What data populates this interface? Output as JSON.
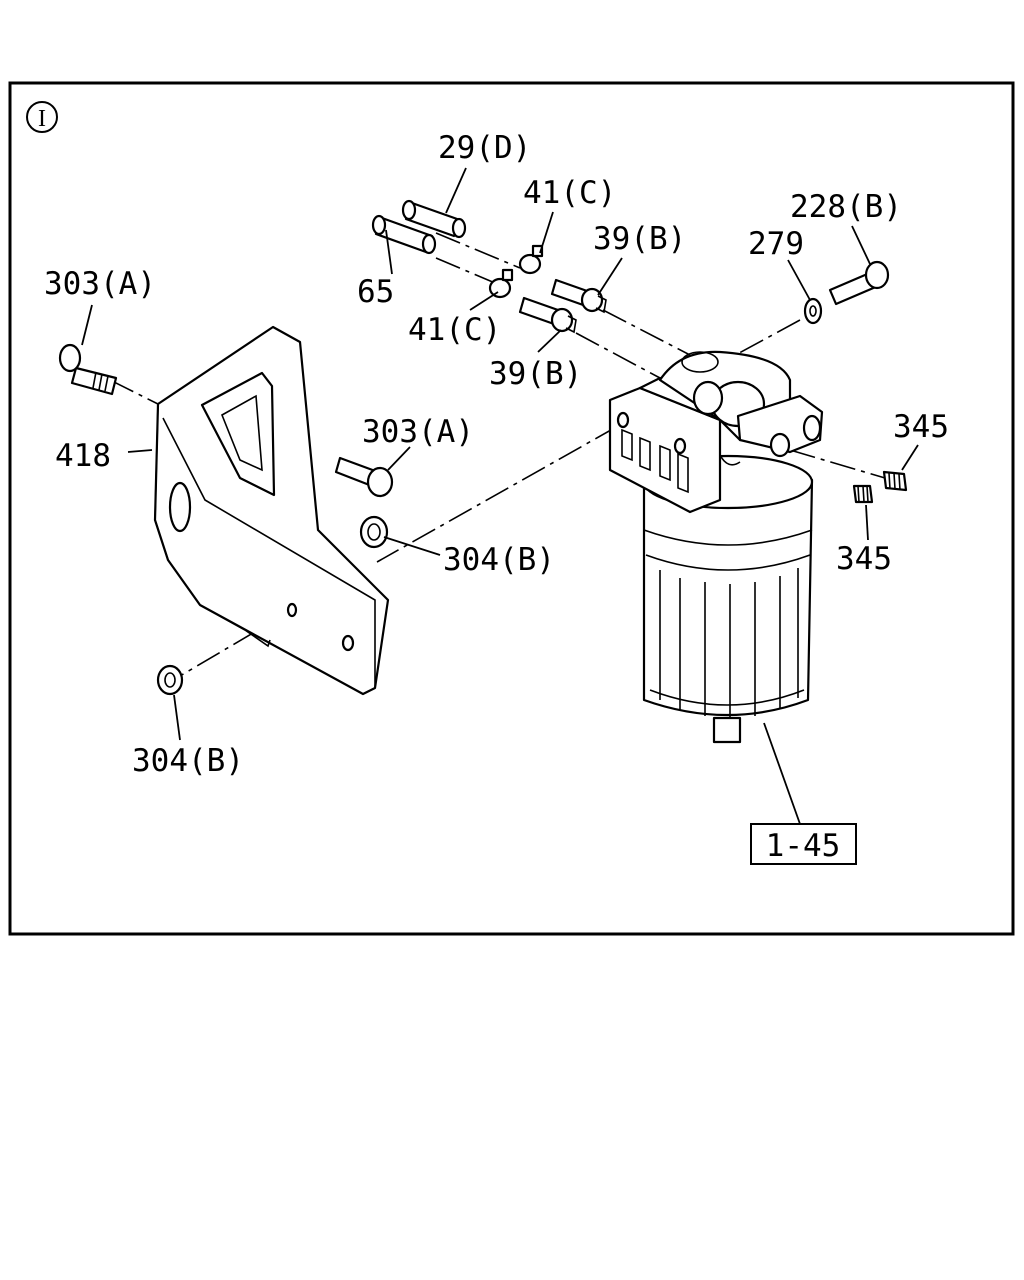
{
  "diagram": {
    "view_marker": "I",
    "callouts": {
      "hose_29d": "29(D)",
      "hose_65": "65",
      "clip_41c_upper": "41(C)",
      "clip_41c_lower": "41(C)",
      "union_39b_upper": "39(B)",
      "union_39b_lower": "39(B)",
      "bolt_228b": "228(B)",
      "washer_279": "279",
      "bolt_303a_left": "303(A)",
      "bolt_303a_mid": "303(A)",
      "bracket_418": "418",
      "nut_304b_mid": "304(B)",
      "nut_304b_low": "304(B)",
      "plug_345_upper": "345",
      "plug_345_lower": "345",
      "filter_assembly_ref": "1-45"
    }
  }
}
